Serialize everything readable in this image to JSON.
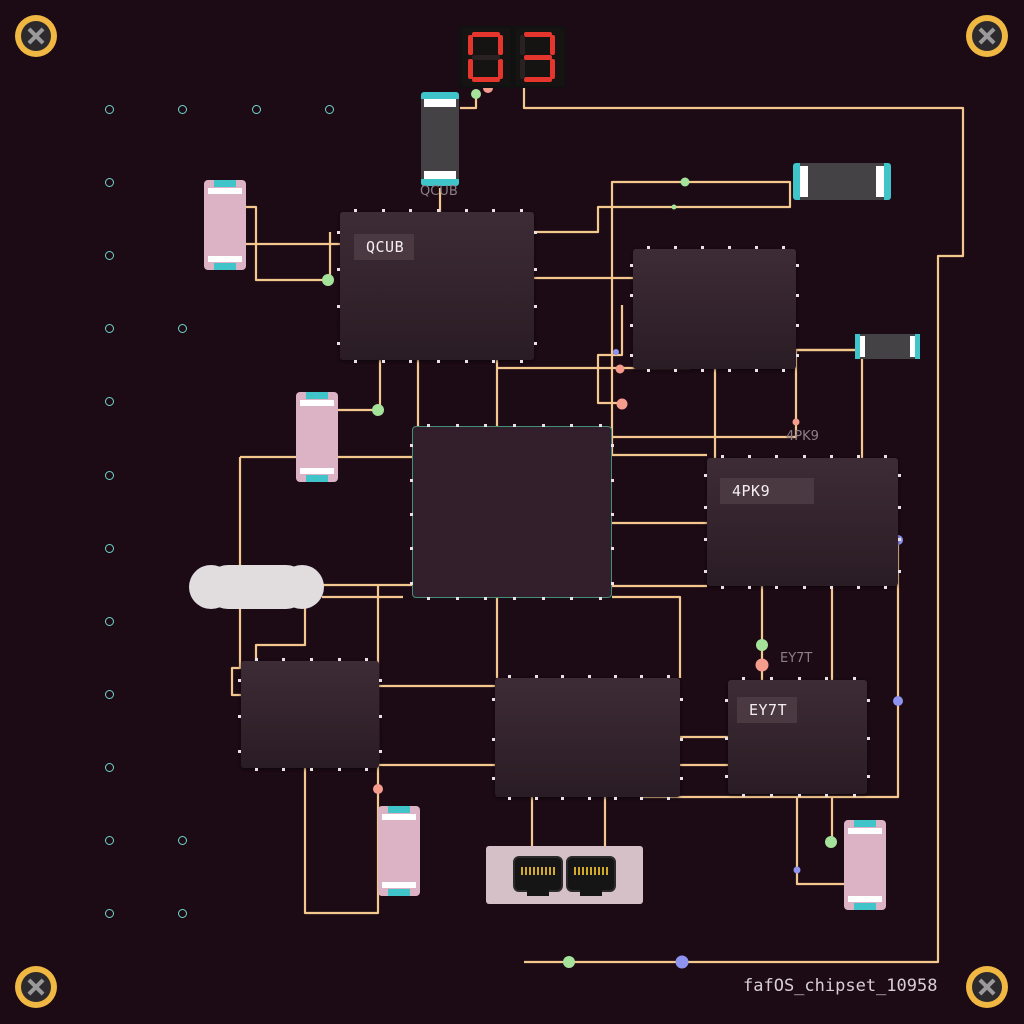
{
  "board": {
    "background": "#1c0a15",
    "trace_color": "#f3c78d",
    "board_id": "fafOS_chipset_10958"
  },
  "display": {
    "value": "03",
    "segment_color": "#e5362e"
  },
  "chips": {
    "qcub": {
      "label": "QCUB",
      "ext_label": "QCUB"
    },
    "pk9": {
      "label": "4PK9",
      "ext_label": "4PK9"
    },
    "ey7t": {
      "label": "EY7T",
      "ext_label": "EY7T"
    }
  },
  "components": {
    "capacitor_color": "#dcb3c4",
    "capacitor_end_color": "#3fc4c9",
    "screw_color": "#f0b742",
    "via_colors": [
      "#a6e39a",
      "#f59c8c",
      "#8f93f0"
    ]
  }
}
